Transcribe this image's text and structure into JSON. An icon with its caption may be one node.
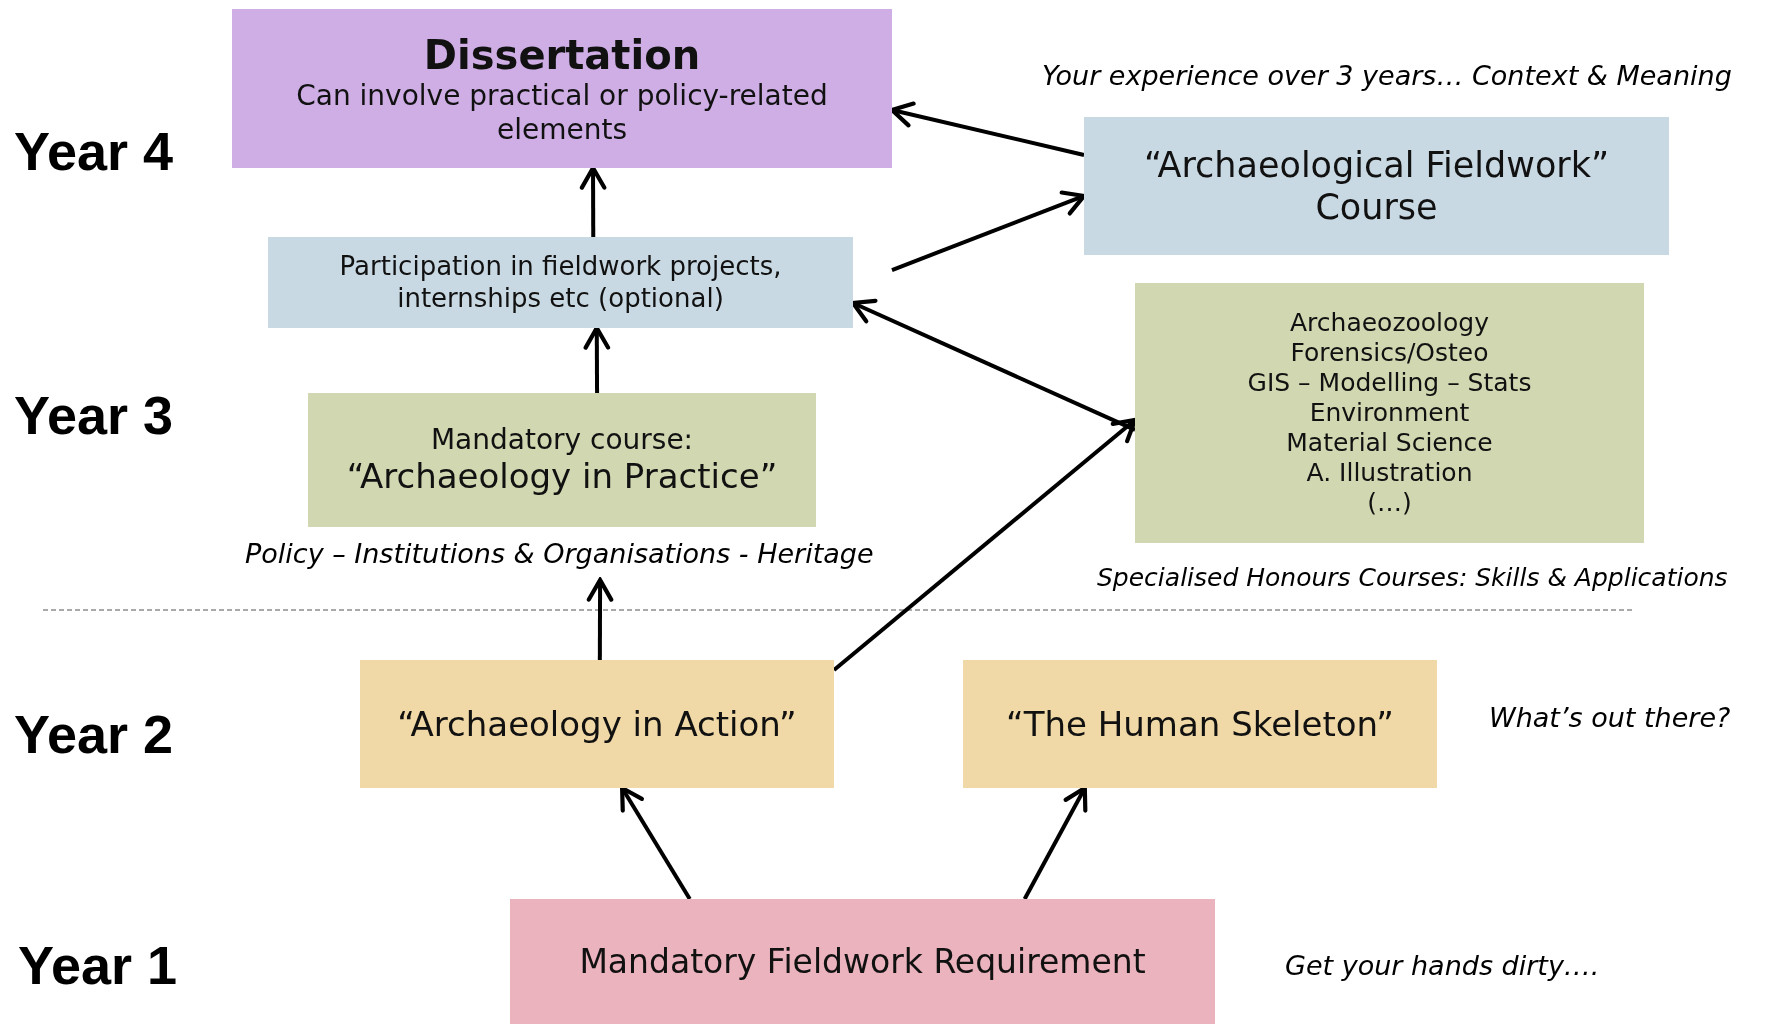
{
  "diagram": {
    "nodes": [
      {
        "text": [
          "Dissertation",
          "Can involve practical or policy-related elements"
        ]
      },
      {
        "text": [
          "Participation in fieldwork projects, internships etc (optional)"
        ]
      },
      {
        "text": [
          "Mandatory course:",
          "“Archaeology in Practice”"
        ],
        "beside": [
          "Policy – Institutions & Organisations - Heritage"
        ]
      },
      {
        "text": [
          "“Archaeological Fieldwork” Course"
        ]
      },
      {
        "text": [
          "Archaeozoology",
          "Forensics/Osteo",
          "GIS – Modelling – Stats",
          "Environment",
          "Material Science",
          "A. Illustration",
          "(…)"
        ],
        "beside": [
          "Specialised Honours Courses: Skills & Applications"
        ]
      },
      {
        "text": [
          "“Archaeology in Action”"
        ]
      },
      {
        "text": [
          "“The Human Skeleton”"
        ]
      },
      {
        "text": [
          "Mandatory Fieldwork Requirement"
        ]
      }
    ],
    "edges": [
      {
        "from": 1,
        "to": 0,
        "arrow": "to"
      },
      {
        "from": 2,
        "to": 1,
        "arrow": "to"
      },
      {
        "from": 5,
        "to": 2,
        "arrow": "to"
      },
      {
        "from": 5,
        "to": 4,
        "arrow": "to"
      },
      {
        "from": 1,
        "to": 3,
        "arrow": "to"
      },
      {
        "from": 3,
        "to": 0,
        "arrow": "to"
      },
      {
        "from": 4,
        "to": 1,
        "arrow": "to"
      },
      {
        "from": 7,
        "to": 5,
        "arrow": "to"
      },
      {
        "from": 7,
        "to": 6,
        "arrow": "to"
      }
    ],
    "labels": [
      "Year 4",
      "Your experience over 3 years… Context & Meaning",
      "Year 3",
      "Year 2",
      "What’s out there?",
      "Year 1",
      "Get your hands dirty…."
    ]
  }
}
